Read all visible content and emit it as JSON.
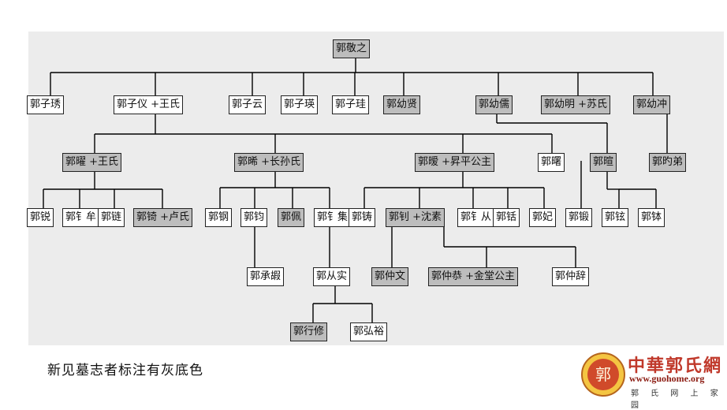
{
  "colors": {
    "highlight_fill": "#bdbdbd",
    "plain_fill": "#ffffff",
    "background_panel": "#ececec",
    "logo_red": "#c0392b"
  },
  "tree": {
    "root": "郭敬之",
    "sons": {
      "xiu": "郭子琇",
      "yi": "郭子仪 +王氏",
      "yun": "郭子云",
      "ying": "郭子瑛",
      "gui": "郭子珪",
      "youxian": "郭幼贤",
      "youru": "郭幼儒",
      "youming": "郭幼明 +苏氏",
      "youchong": "郭幼冲"
    },
    "grandsons": {
      "yao": "郭曜 +王氏",
      "xi": "郭晞 +长孙氏",
      "ai": "郭暧 +昇平公主",
      "shu": "郭曙",
      "xuan": "郭暄",
      "di": "郭旳弟"
    },
    "great_grandsons": {
      "rui": "郭锐",
      "ce": "郭钅牟",
      "lian": "郭链",
      "qi": "郭锜 +卢氏",
      "gang": "郭钢",
      "jun": "郭钧",
      "pei": "郭佩",
      "ji": "郭钅集",
      "zhu": "郭铸",
      "zhao": "郭钊 +沈素",
      "cong": "郭钅从",
      "gua": "郭铦",
      "fei": "郭妃",
      "duan": "郭锻",
      "xuan2": "郭铉",
      "ti": "郭钵"
    },
    "g4": {
      "chengxia": "郭承嘏",
      "congshi": "郭从实",
      "zhongwen": "郭仲文",
      "zhonggong": "郭仲恭 +金堂公主",
      "zhongci": "郭仲辞"
    },
    "g5": {
      "xingxiu": "郭行修",
      "hongyu": "郭弘裕"
    }
  },
  "caption": "新见墓志者标注有灰底色",
  "logo": {
    "title": "中華郭氏網",
    "url": "www.guohome.org",
    "subtitle": "郭 氏 网 上 家 园",
    "seal_char": "郭"
  }
}
